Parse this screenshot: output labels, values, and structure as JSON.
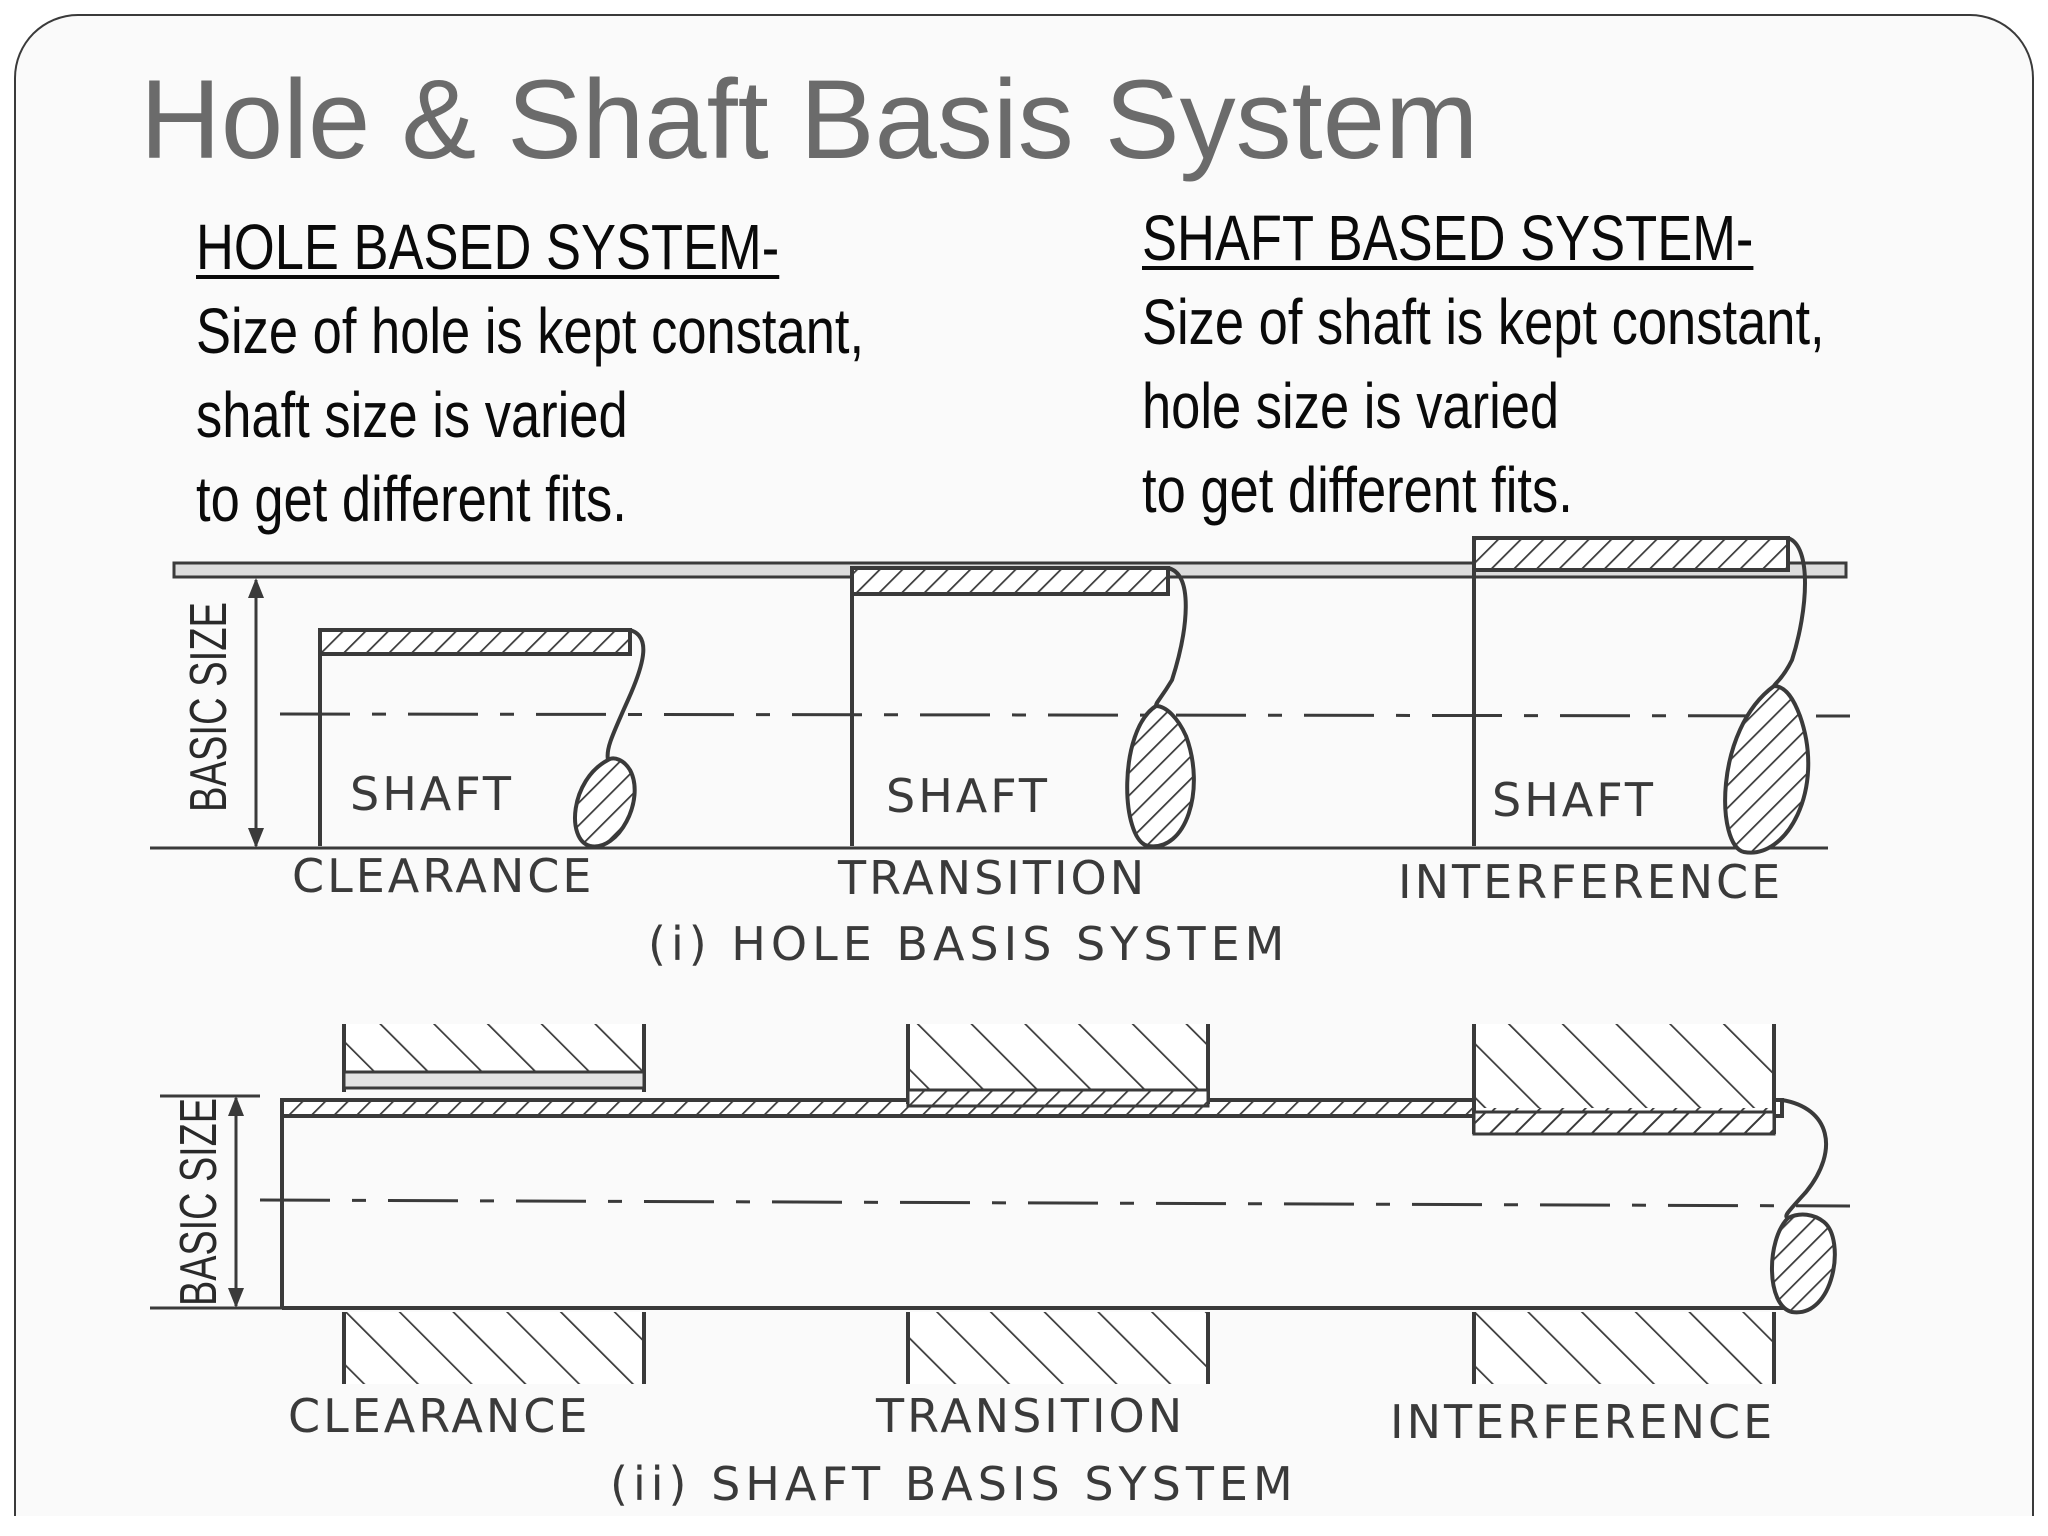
{
  "title": "Hole & Shaft Basis System",
  "hole_system": {
    "heading": "HOLE BASED SYSTEM-",
    "lines": [
      "Size of hole is kept constant,",
      "shaft size is varied",
      "to get different fits."
    ]
  },
  "shaft_system": {
    "heading": "SHAFT BASED SYSTEM-",
    "lines": [
      "Size of shaft is kept constant,",
      "hole size is varied",
      "to get different fits."
    ]
  },
  "figure_top": {
    "dimension_label": "BASIC SIZE",
    "shaft_labels": [
      "SHAFT",
      "SHAFT",
      "SHAFT"
    ],
    "fit_labels": [
      "CLEARANCE",
      "TRANSITION",
      "INTERFERENCE"
    ],
    "caption": "(i) HOLE BASIS SYSTEM"
  },
  "figure_bottom": {
    "dimension_label": "BASIC SIZE",
    "fit_labels": [
      "CLEARANCE",
      "TRANSITION",
      "INTERFERENCE"
    ],
    "caption": "(ii) SHAFT BASIS SYSTEM"
  },
  "colors": {
    "title": "#6b6b6b",
    "text": "#0a0a0a",
    "drawing": "#3a3a3a",
    "background": "#fafafa"
  }
}
